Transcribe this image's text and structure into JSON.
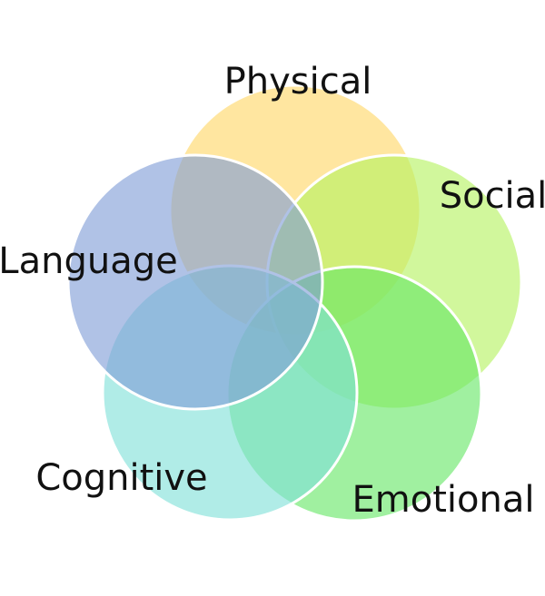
{
  "diagram": {
    "type": "five-circle-venn",
    "sets": [
      {
        "key": "physical",
        "label": "Physical",
        "color": "#FFD666"
      },
      {
        "key": "social",
        "label": "Social",
        "color": "#B5F260"
      },
      {
        "key": "emotional",
        "label": "Emotional",
        "color": "#66E666"
      },
      {
        "key": "cognitive",
        "label": "Cognitive",
        "color": "#7FE0D8"
      },
      {
        "key": "language",
        "label": "Language",
        "color": "#7F9CD6"
      }
    ]
  }
}
